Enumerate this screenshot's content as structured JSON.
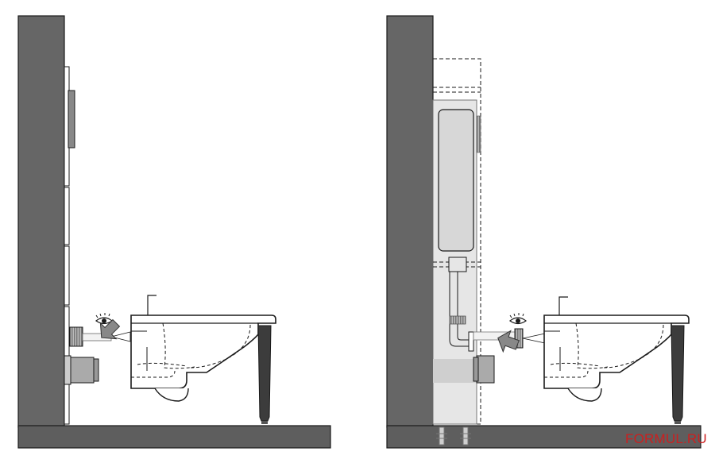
{
  "watermark": {
    "text": "FORMUL.RU",
    "color": "#cc1f1f"
  },
  "colors": {
    "wall": "#666666",
    "floor": "#5e5e5e",
    "outline": "#1a1a1a",
    "frame_fill": "#e6e6e6",
    "tank_fill": "#d7d7d7",
    "pan_fill": "#ffffff"
  },
  "panels": [
    {
      "name": "installation-step-before",
      "elements": [
        "wall",
        "floor",
        "wall-panels",
        "flush-plate",
        "waste-connector",
        "inlet-fitting",
        "eye-icon",
        "arrow-icon",
        "toilet-pan",
        "support-leg"
      ]
    },
    {
      "name": "installation-step-after",
      "elements": [
        "wall",
        "floor",
        "concealed-cistern-frame",
        "cistern",
        "flush-pipe",
        "waste-connector",
        "inlet-fitting",
        "eye-icon",
        "arrow-icon",
        "toilet-pan",
        "support-leg",
        "anchor-bolts"
      ]
    }
  ]
}
